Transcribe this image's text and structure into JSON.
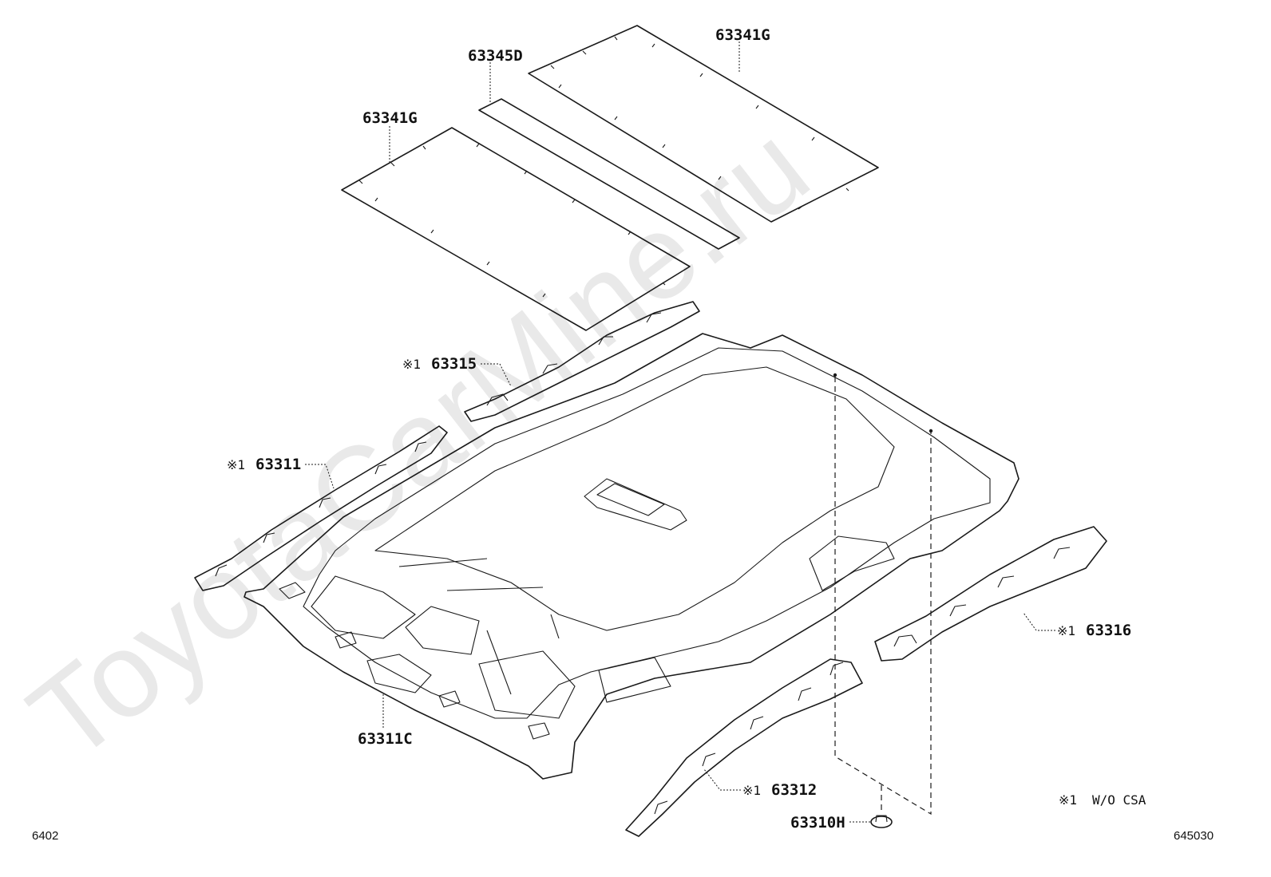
{
  "watermark": "ToyotaCarMine.ru",
  "parts": {
    "roof_silencer_rear": "63341G",
    "roof_silencer_center": "63345D",
    "roof_silencer_front": "63341G",
    "roof_headlining": "63311C",
    "headlining_holder_clip": "63310H",
    "panel_63315": "63315",
    "panel_63311": "63311",
    "panel_63316": "63316",
    "panel_63312": "63312"
  },
  "marks": {
    "mark_63315": "※1",
    "mark_63311": "※1",
    "mark_63316": "※1",
    "mark_63312": "※1"
  },
  "legend": {
    "mark": "※1",
    "text": "W/O CSA"
  },
  "footer": {
    "left_code": "6402",
    "right_code": "645030"
  }
}
